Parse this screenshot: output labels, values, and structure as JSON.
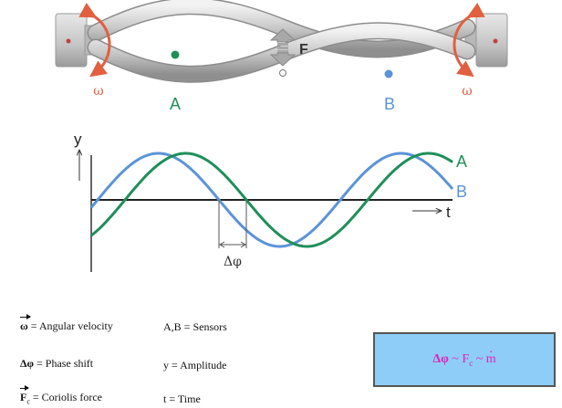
{
  "diagram": {
    "force_label": "F",
    "sensor_a_label": "A",
    "sensor_b_label": "B",
    "omega_left": "ω",
    "omega_right": "ω",
    "colors": {
      "sensor_a": "#1f8f5a",
      "sensor_b": "#5b94d8",
      "rotation_arrow": "#e06040",
      "arrow_f": "#a0a0a0",
      "tube": "#c4c4c4",
      "housing": "#c8c8c8"
    }
  },
  "graph": {
    "y_axis_label": "y",
    "t_axis_label": "t",
    "curve_a_label": "A",
    "curve_b_label": "B",
    "phase_label": "Δφ"
  },
  "legend": {
    "omega_symbol": "ω",
    "omega_text": " = Angular velocity",
    "phase_symbol": "Δφ",
    "phase_text": " = Phase shift",
    "force_symbol": "F",
    "force_sub": "c",
    "force_text": " = Coriolis force",
    "sensors_text": "A,B = Sensors",
    "amplitude_text": "y = Amplitude",
    "time_text": "t = Time"
  },
  "formula": {
    "delta_phi": "Δφ",
    "sim1": " ~ F",
    "sub_c": "c",
    "sim2": " ~ ",
    "m": "m"
  }
}
